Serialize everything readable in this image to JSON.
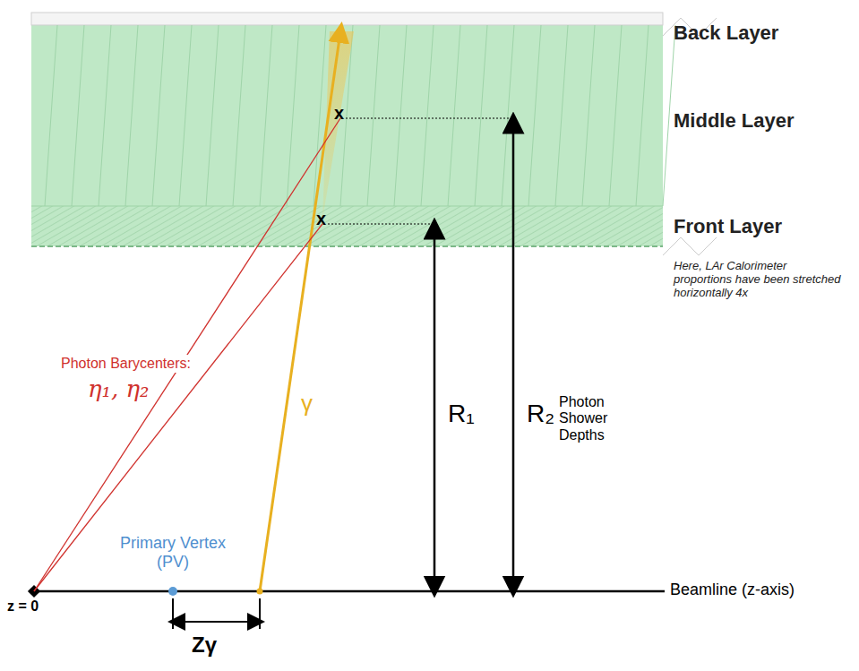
{
  "diagram": {
    "labels": [
      "Back Layer",
      "Middle Layer",
      "Front Layer",
      "Here, LAr Calorimeter proportions have been stretched horizontally 4x",
      "Photon Barycenters:",
      "η₁, η₂",
      "γ",
      "R₁",
      "R₂",
      "Photon Shower Depths",
      "Primary Vertex (PV)",
      "Beamline (z-axis)",
      "z = 0",
      "Zγ",
      "x",
      "x"
    ]
  }
}
